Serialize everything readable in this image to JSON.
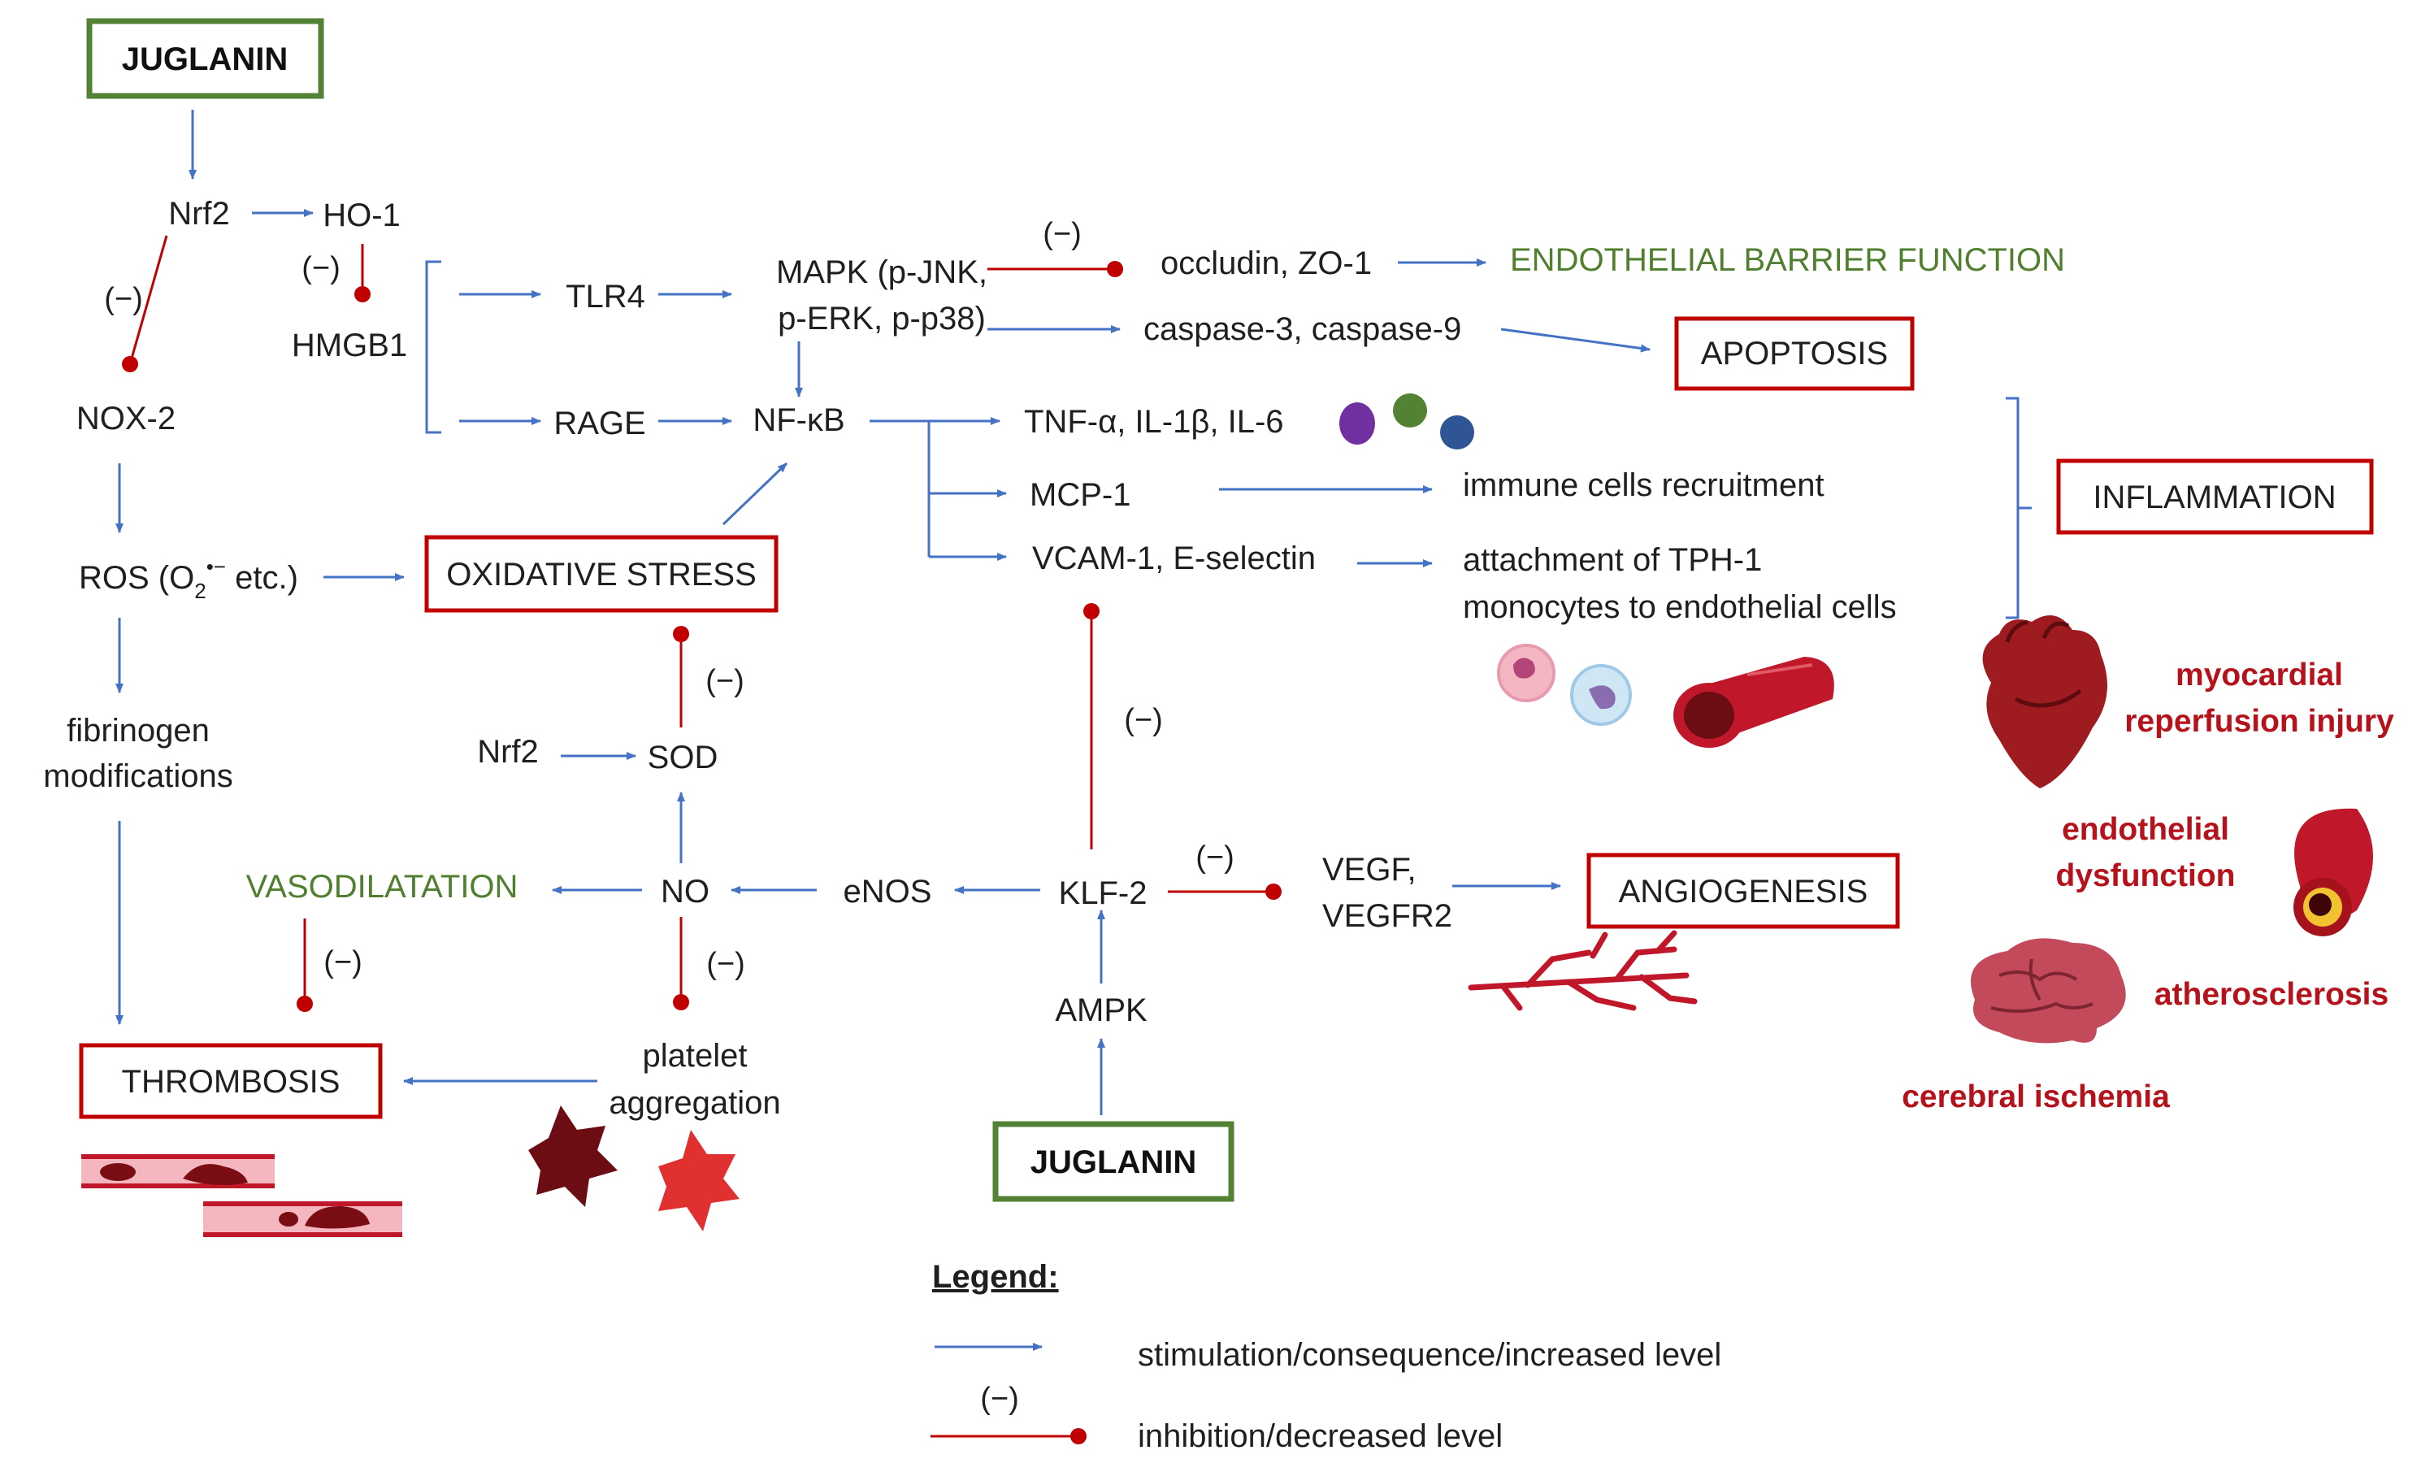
{
  "colors": {
    "stimulation": "#4472c4",
    "inhibition": "#c00000",
    "box_red": "#c00000",
    "box_green": "#548235",
    "green_text": "#4f7f2f",
    "disease_text": "#b5121b"
  },
  "juglanin_top": "JUGLANIN",
  "juglanin_bottom": "JUGLANIN",
  "nodes": {
    "nrf2_top": "Nrf2",
    "ho1": "HO-1",
    "hmgb1": "HMGB1",
    "nox2": "NOX-2",
    "ros_prefix": "ROS (O",
    "ros_sub": "2",
    "ros_sup": "•−",
    "ros_suffix": " etc.)",
    "fibrinogen_1": "fibrinogen",
    "fibrinogen_2": "modifications",
    "tlr4": "TLR4",
    "rage": "RAGE",
    "mapk_1": "MAPK (p-JNK,",
    "mapk_2": "p-ERK, p-p38)",
    "nfkb": "NF-κB",
    "occludin": "occludin, ZO-1",
    "caspase": "caspase-3, caspase-9",
    "tnf": "TNF-α, IL-1β, IL-6",
    "mcp1": "MCP-1",
    "vcam": "VCAM-1, E-selectin",
    "immune": "immune cells recruitment",
    "attach_1": "attachment of TPH-1",
    "attach_2": "monocytes to endothelial cells",
    "nrf2_mid": "Nrf2",
    "sod": "SOD",
    "no": "NO",
    "enos": "eNOS",
    "klf2": "KLF-2",
    "ampk": "AMPK",
    "vegf_1": "VEGF,",
    "vegf_2": "VEGFR2",
    "platelet_1": "platelet",
    "platelet_2": "aggregation"
  },
  "green_labels": {
    "barrier": "ENDOTHELIAL BARRIER FUNCTION",
    "vasodilatation": "VASODILATATION"
  },
  "boxes": {
    "oxidative_stress": "OXIDATIVE STRESS",
    "apoptosis": "APOPTOSIS",
    "inflammation": "INFLAMMATION",
    "angiogenesis": "ANGIOGENESIS",
    "thrombosis": "THROMBOSIS"
  },
  "inhibition_mark": "(−)",
  "diseases": {
    "myocardial_1": "myocardial",
    "myocardial_2": "reperfusion injury",
    "endothelial_1": "endothelial",
    "endothelial_2": "dysfunction",
    "atherosclerosis": "atherosclerosis",
    "cerebral": "cerebral ischemia"
  },
  "legend": {
    "title": "Legend:",
    "stimulation": "stimulation/consequence/increased level",
    "inhibition": "inhibition/decreased level",
    "mark": "(−)"
  }
}
